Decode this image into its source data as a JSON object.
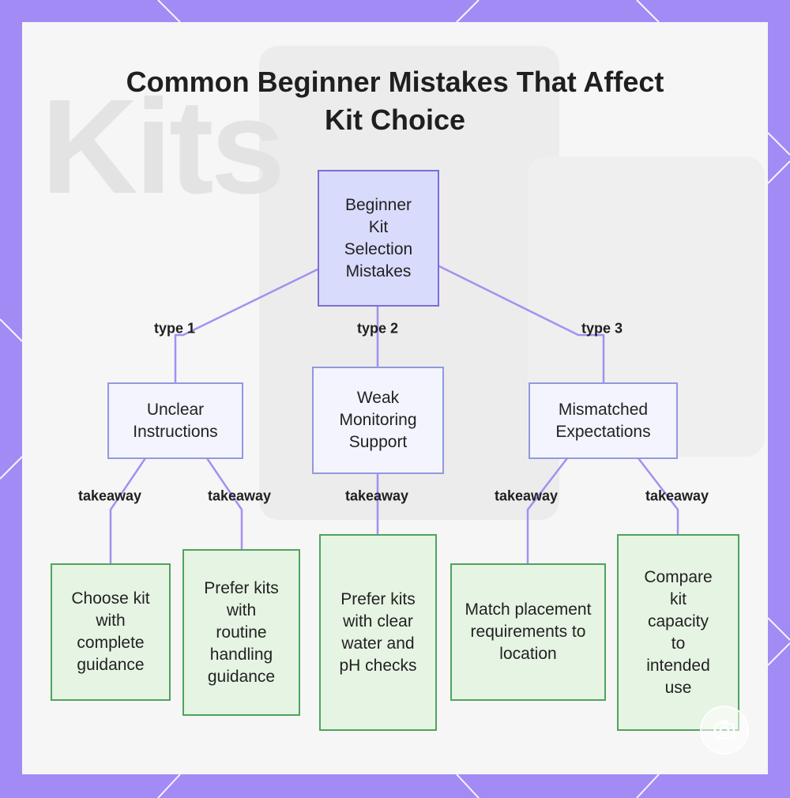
{
  "title_lines": [
    "Common Beginner Mistakes That Affect",
    "Kit Choice"
  ],
  "background_text": "Kits",
  "colors": {
    "frame": "#a28bf5",
    "edge": "#a68ff0",
    "root_fill": "#d9dbfc",
    "mid_fill": "#f3f4fd",
    "leaf_fill": "#e6f4e3",
    "leaf_border": "#4fa35d"
  },
  "nodes": {
    "root": "Beginner Kit Selection Mistakes",
    "unclear": "Unclear Instructions",
    "weak": "Weak Monitoring Support",
    "mismatched": "Mismatched Expectations",
    "leaf1": "Choose kit with complete guidance",
    "leaf2": "Prefer kits with routine handling guidance",
    "leaf3": "Prefer kits with clear water and pH checks",
    "leaf4": "Match placement requirements to location",
    "leaf5": "Compare kit capacity to intended use"
  },
  "edge_labels": {
    "type1": "type 1",
    "type2": "type 2",
    "type3": "type 3",
    "t1": "takeaway",
    "t2": "takeaway",
    "t3": "takeaway",
    "t4": "takeaway",
    "t5": "takeaway"
  },
  "watermark_icon": "camera-icon"
}
